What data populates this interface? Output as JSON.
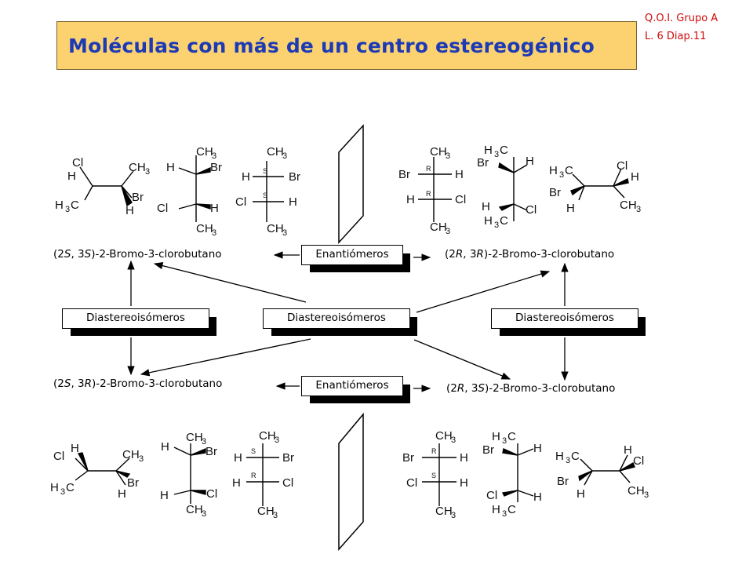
{
  "header": {
    "title": "Moléculas con más de un centro estereogénico",
    "course_line1": "Q.O.I. Grupo A",
    "course_line2": "L. 6  Diap.11"
  },
  "compounds": {
    "ss": "(2S, 3S)-2-Bromo-3-clorobutano",
    "rr": "(2R, 3R)-2-Bromo-3-clorobutano",
    "sr": "(2S, 3R)-2-Bromo-3-clorobutano",
    "rs": "(2R, 3S)-2-Bromo-3-clorobutano"
  },
  "relations": {
    "enantiomers_top": "Enantiómeros",
    "enantiomers_bottom": "Enantiómeros",
    "diastereomers_left": "Diastereoisómeros",
    "diastereomers_center": "Diastereoisómeros",
    "diastereomers_right": "Diastereoisómeros"
  },
  "atoms": {
    "Cl": "Cl",
    "Br": "Br",
    "H": "H",
    "C": "C",
    "CH": "CH",
    "H3C_H": "H",
    "sub3": "3",
    "S": "S",
    "R": "R"
  },
  "colors": {
    "header_bg": "#fcd271",
    "title": "#1d3ab5",
    "course": "#d10a0a"
  }
}
